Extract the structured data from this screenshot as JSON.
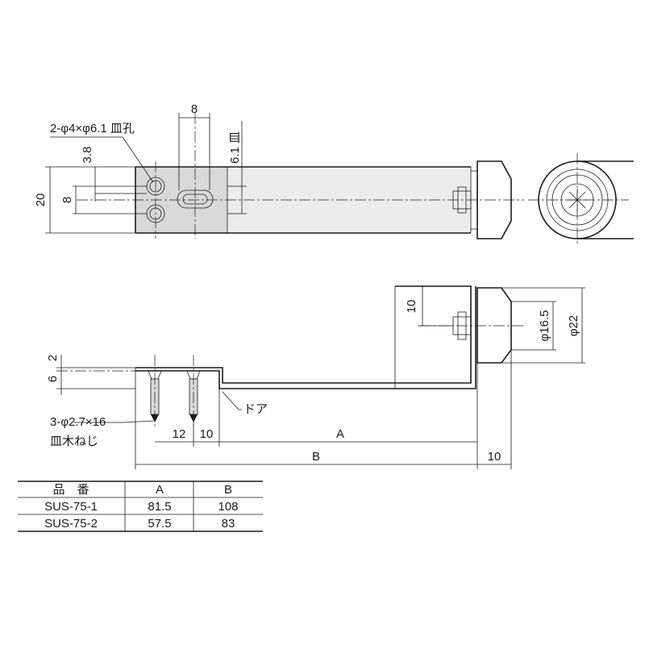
{
  "annotations": {
    "hole_spec": "2-φ4×φ6.1 皿孔",
    "countersink_spec": "6.1 皿",
    "screw_spec_line1": "3-φ2.7×16",
    "screw_spec_line2": "皿木ねじ",
    "door_label": "ドア"
  },
  "dimensions": {
    "slot_width": "8",
    "hole_offset": "3.8",
    "height_20": "20",
    "height_8": "8",
    "thickness_2": "2",
    "offset_6": "6",
    "dim_12": "12",
    "dim_10_left": "10",
    "dim_A": "A",
    "dim_B": "B",
    "dim_10_right": "10",
    "stop_10": "10",
    "dia_16_5": "φ16.5",
    "dia_22": "φ22"
  },
  "table": {
    "headers": [
      "品　番",
      "A",
      "B"
    ],
    "rows": [
      [
        "SUS-75-1",
        "81.5",
        "108"
      ],
      [
        "SUS-75-2",
        "57.5",
        "83"
      ]
    ]
  }
}
